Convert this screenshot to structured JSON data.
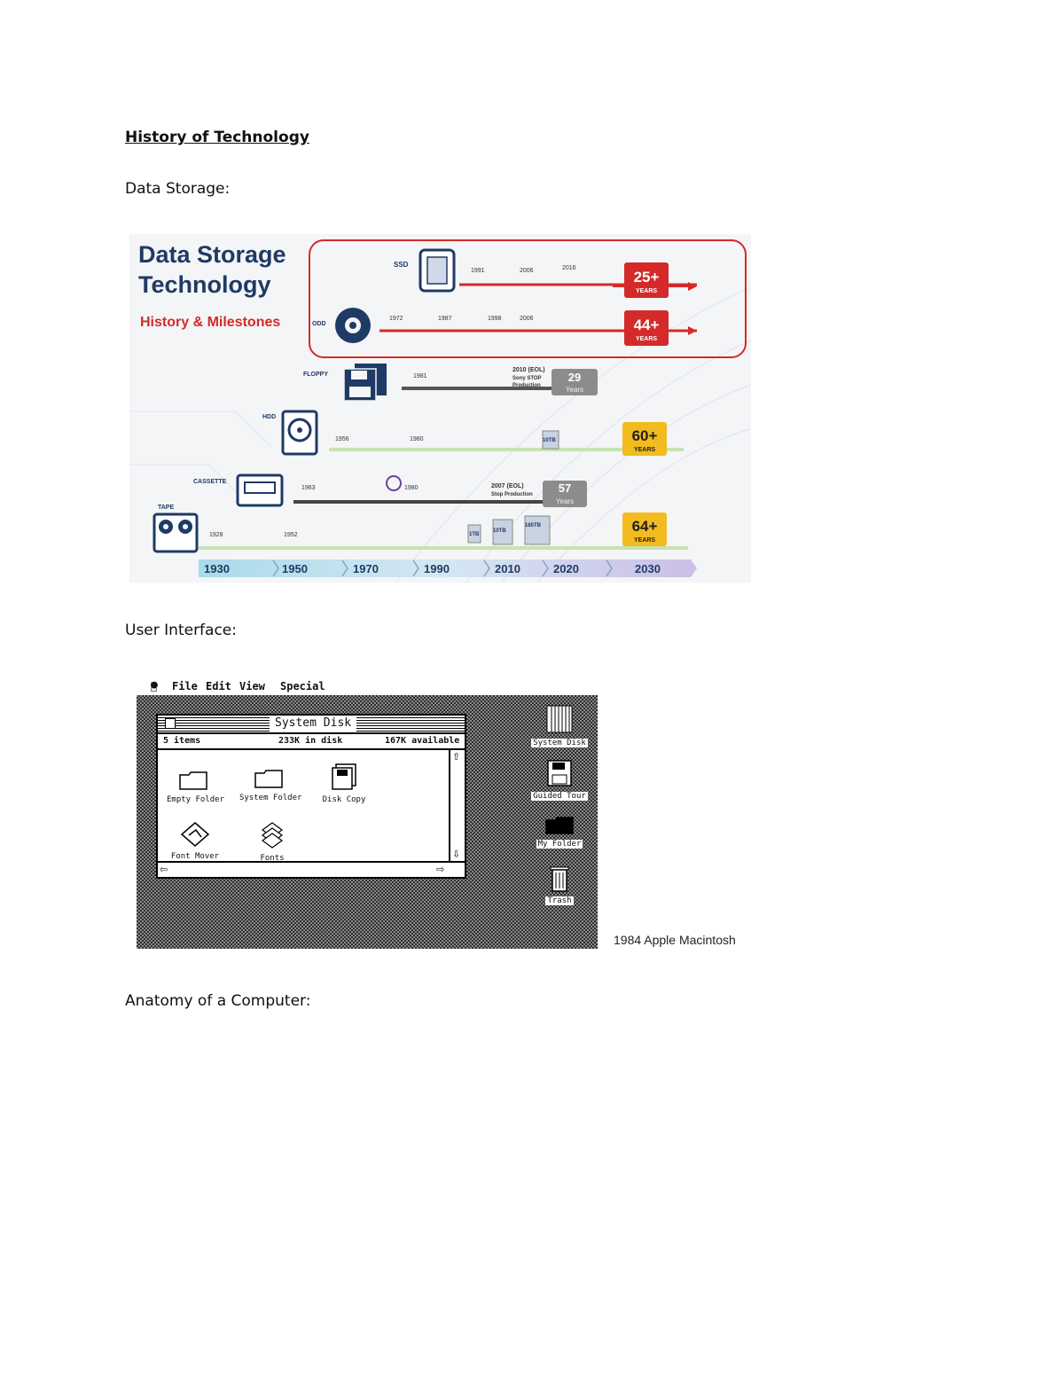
{
  "doc": {
    "title": "History of Technology",
    "section1": "Data Storage:",
    "section2": "User Interface:",
    "section3": "Anatomy of a Computer:"
  },
  "infographic": {
    "title_line1": "Data Storage",
    "title_line2": "Technology",
    "subtitle": "History & Milestones",
    "rows": [
      {
        "label": "SSD",
        "milestones": [
          "1991",
          "2006",
          "2016"
        ],
        "badge": "25+",
        "badge_unit": "YEARS"
      },
      {
        "label": "ODD",
        "milestones": [
          "1972",
          "1987",
          "1998",
          "2006"
        ],
        "badge": "44+",
        "badge_unit": "YEARS"
      },
      {
        "label": "FLOPPY",
        "milestones": [
          "1981",
          "2010 (EOL)",
          "Sony STOP",
          "Production"
        ],
        "badge": "29",
        "badge_unit": "Years"
      },
      {
        "label": "HDD",
        "milestones": [
          "1956",
          "1980",
          "10TB"
        ],
        "badge": "60+",
        "badge_unit": "YEARS"
      },
      {
        "label": "CASSETTE",
        "milestones": [
          "1963",
          "1980",
          "2007 (EOL)",
          "Stop Production"
        ],
        "badge": "57",
        "badge_unit": "Years"
      },
      {
        "label": "TAPE",
        "milestones": [
          "1928",
          "1952",
          "1TB",
          "10TB",
          "185TB"
        ],
        "badge": "64+",
        "badge_unit": "YEARS"
      }
    ],
    "years": [
      "1930",
      "1950",
      "1970",
      "1990",
      "2010",
      "2020",
      "2030"
    ],
    "colors": {
      "red": "#d42a2a",
      "gold": "#f2bb1e",
      "grey": "#8c8c8c",
      "navy": "#1f3a64"
    }
  },
  "mac": {
    "menu": [
      "File",
      "Edit",
      "View",
      "Special"
    ],
    "apple_icon": "apple-icon",
    "window": {
      "title": "System Disk",
      "items_count": "5 items",
      "in_disk": "233K in disk",
      "available": "167K available"
    },
    "files": [
      "Empty Folder",
      "System Folder",
      "Disk Copy",
      "Font Mover",
      "Fonts"
    ],
    "desktop_icons": [
      "System Disk",
      "Guided Tour",
      "My Folder",
      "Trash"
    ]
  },
  "caption": "1984 Apple Macintosh"
}
